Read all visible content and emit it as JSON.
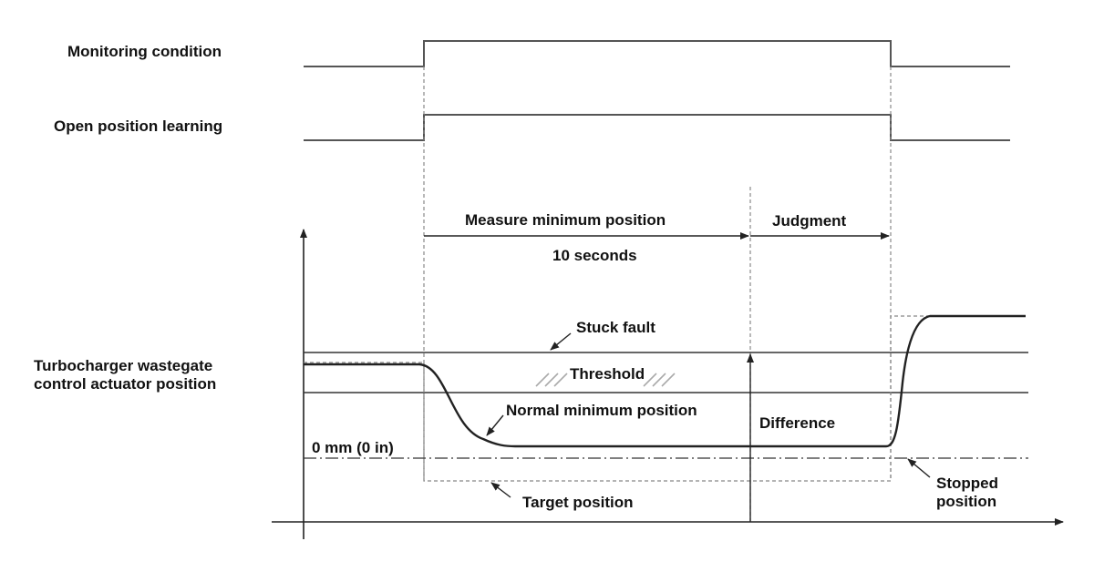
{
  "signals": {
    "monitoring_condition": "Monitoring condition",
    "open_position_learning": "Open position learning",
    "actuator_position": [
      "Turbocharger wastegate",
      "control actuator position"
    ]
  },
  "phases": {
    "measure": "Measure minimum position",
    "duration": "10 seconds",
    "judgment": "Judgment"
  },
  "annotations": {
    "stuck_fault": "Stuck fault",
    "threshold": "Threshold",
    "normal_minimum": "Normal minimum position",
    "difference": "Difference",
    "zero": "0 mm (0 in)",
    "target_position": "Target position",
    "stopped_position": [
      "Stopped",
      "position"
    ]
  },
  "colors": {
    "line": "#222222",
    "signal": "#555555",
    "dashed": "#888888",
    "hatch": "#aaaaaa"
  }
}
